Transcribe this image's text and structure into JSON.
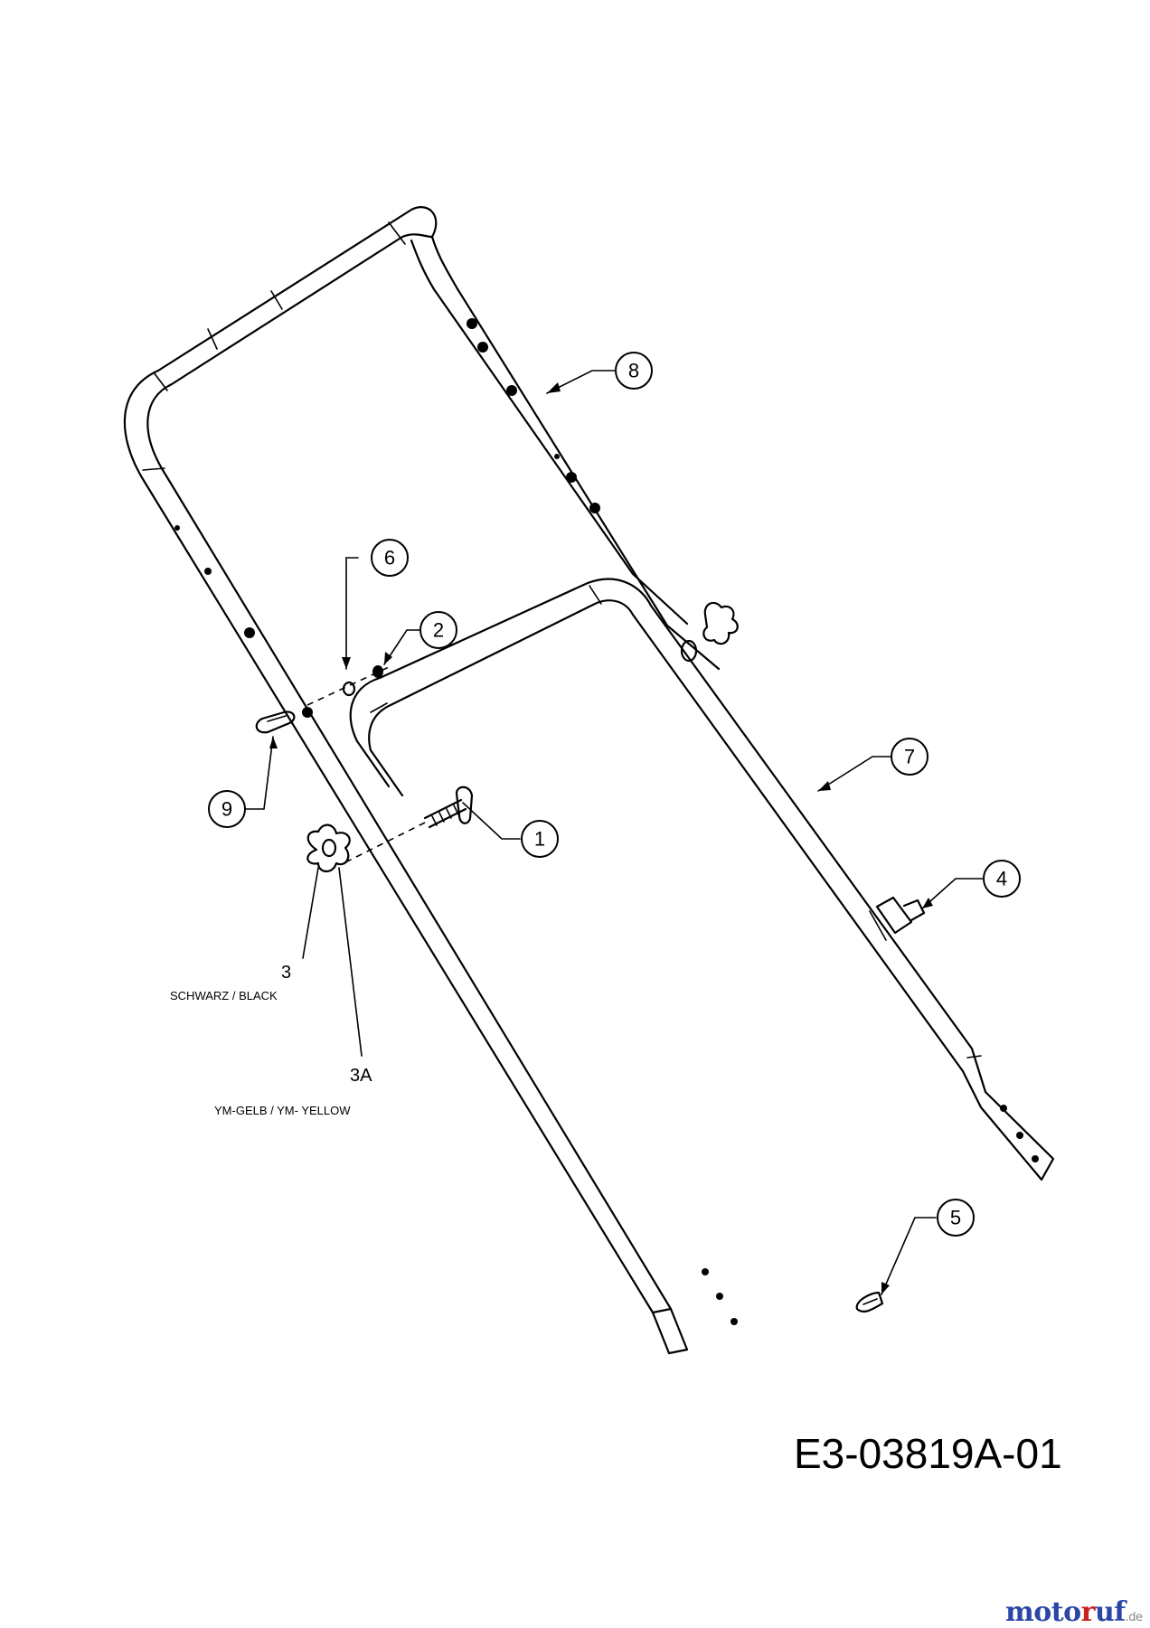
{
  "callouts": [
    {
      "id": "c1",
      "label": "1"
    },
    {
      "id": "c2",
      "label": "2"
    },
    {
      "id": "c4",
      "label": "4"
    },
    {
      "id": "c5",
      "label": "5"
    },
    {
      "id": "c6",
      "label": "6"
    },
    {
      "id": "c7",
      "label": "7"
    },
    {
      "id": "c8",
      "label": "8"
    },
    {
      "id": "c9",
      "label": "9"
    }
  ],
  "labels": {
    "part3": "3",
    "part3_note": "SCHWARZ / BLACK",
    "part3a": "3A",
    "part3a_note": "YM-GELB / YM- YELLOW"
  },
  "drawing_number": "E3-03819A-01",
  "watermark": {
    "part1": "moto",
    "part2": "r",
    "part3": "uf",
    "tld": ".de"
  }
}
